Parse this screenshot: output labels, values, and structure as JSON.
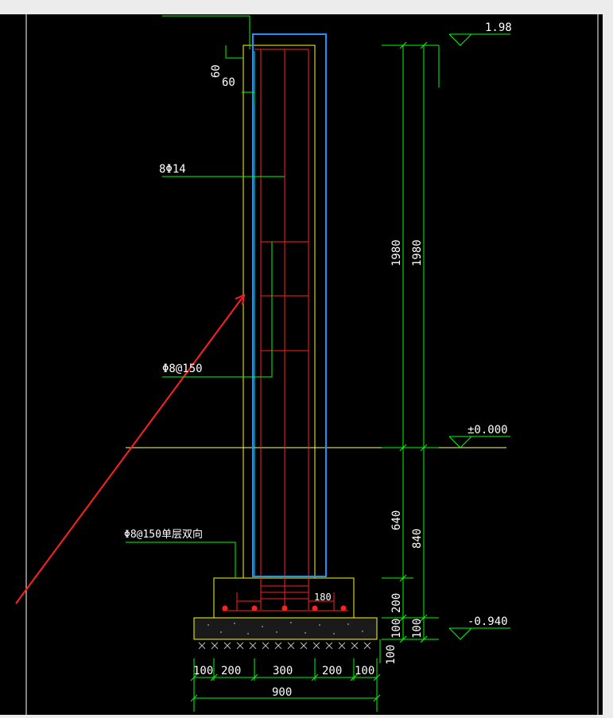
{
  "colors": {
    "background": "#000000",
    "frame": "#ececec",
    "dimension": "#00ff00",
    "outline": "#ffff00",
    "rebar": "#ff2020",
    "highlight": "#1e90ff",
    "annotation": "#ff2020",
    "text": "#ffffff"
  },
  "labels": {
    "dim_60_vertical": "60",
    "dim_60_horizontal": "60",
    "main_rebar": "8Φ14",
    "stirrup": "Φ8@150",
    "footing_rebar": "Φ8@150单层双向",
    "dim_180": "180"
  },
  "elevations": {
    "top": "1.98",
    "ground": "±0.000",
    "bottom": "-0.940"
  },
  "vertical_dims": {
    "inner": [
      "1980",
      "640",
      "200",
      "100"
    ],
    "outer": [
      "1980",
      "840",
      "100"
    ],
    "side_100": "100"
  },
  "horizontal_dims": {
    "segments": [
      "100",
      "200",
      "300",
      "200",
      "100"
    ],
    "total": "900"
  },
  "icons": {
    "elevation_marker": "triangle-elevation-icon",
    "rebar_dot": "rebar-section-dot-icon",
    "arrow": "red-arrow-icon"
  }
}
